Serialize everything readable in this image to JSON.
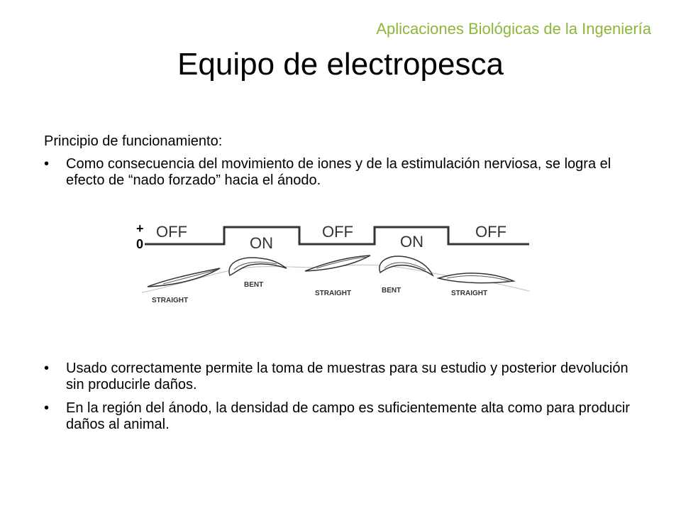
{
  "header_tag": "Aplicaciones Biológicas de la Ingeniería",
  "title": "Equipo de electropesca",
  "intro": "Principio de funcionamiento:",
  "bullet_char": "•",
  "bullets": [
    "Como consecuencia del movimiento de iones y de la estimulación nerviosa, se logra el efecto de “nado forzado” hacia el ánodo.",
    "Usado correctamente permite la toma de muestras para su estudio y posterior devolución sin producirle daños.",
    "En la región del ánodo, la densidad de campo es suficientemente alta como para producir daños al animal."
  ],
  "diagram": {
    "axis_plus": "+",
    "axis_zero": "0",
    "states": [
      "OFF",
      "ON",
      "OFF",
      "ON",
      "OFF"
    ],
    "fish_labels": [
      "STRAIGHT",
      "BENT",
      "STRAIGHT",
      "BENT",
      "STRAIGHT"
    ]
  }
}
